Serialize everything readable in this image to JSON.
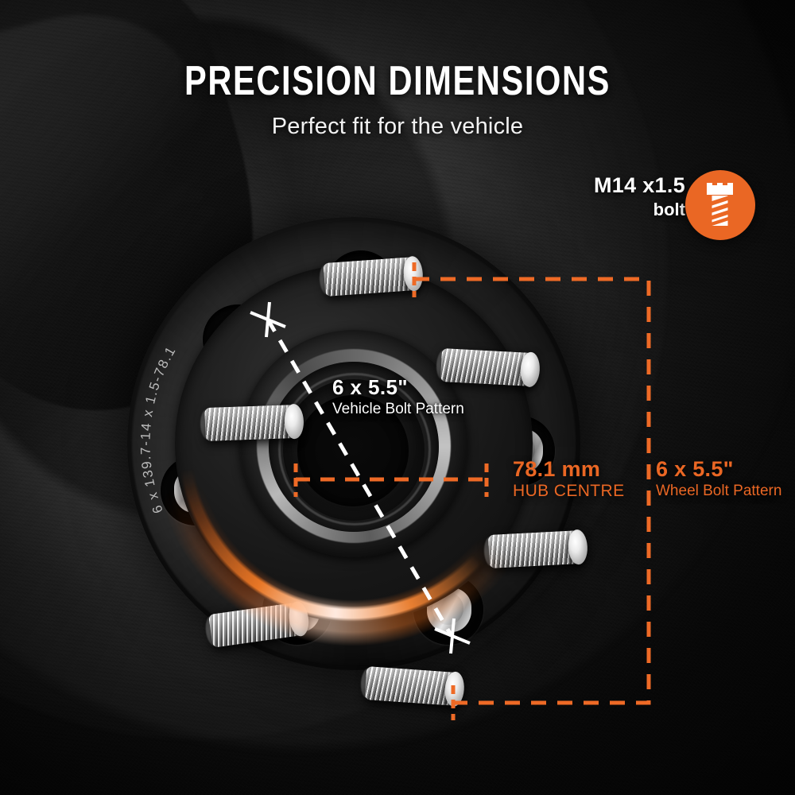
{
  "header": {
    "title": "PRECISION DIMENSIONS",
    "subtitle": "Perfect fit for the vehicle"
  },
  "badge": {
    "thread_spec": "M14 x1.5",
    "thread_label": "bolt",
    "icon": "bolt-icon",
    "color": "#ea6724"
  },
  "callouts": {
    "vehicle_bolt_pattern": {
      "value": "6 x 5.5\"",
      "label": "Vehicle Bolt Pattern",
      "color": "#ffffff"
    },
    "hub_centre": {
      "value": "78.1 mm",
      "label": "HUB CENTRE",
      "color": "#ea6724"
    },
    "wheel_bolt_pattern": {
      "value": "6 x 5.5\"",
      "label": "Wheel Bolt Pattern",
      "color": "#ea6724"
    }
  },
  "product": {
    "engraving": "6 x 139.7-14 x 1.5-78.1",
    "type": "wheel-spacer-adapter",
    "stud_count": 6,
    "hole_count": 6
  },
  "colors": {
    "accent_orange": "#ea6724",
    "dimension_line_orange": "#ee6a26",
    "diagonal_line_white": "#ffffff",
    "background": "#0c0c0c"
  }
}
